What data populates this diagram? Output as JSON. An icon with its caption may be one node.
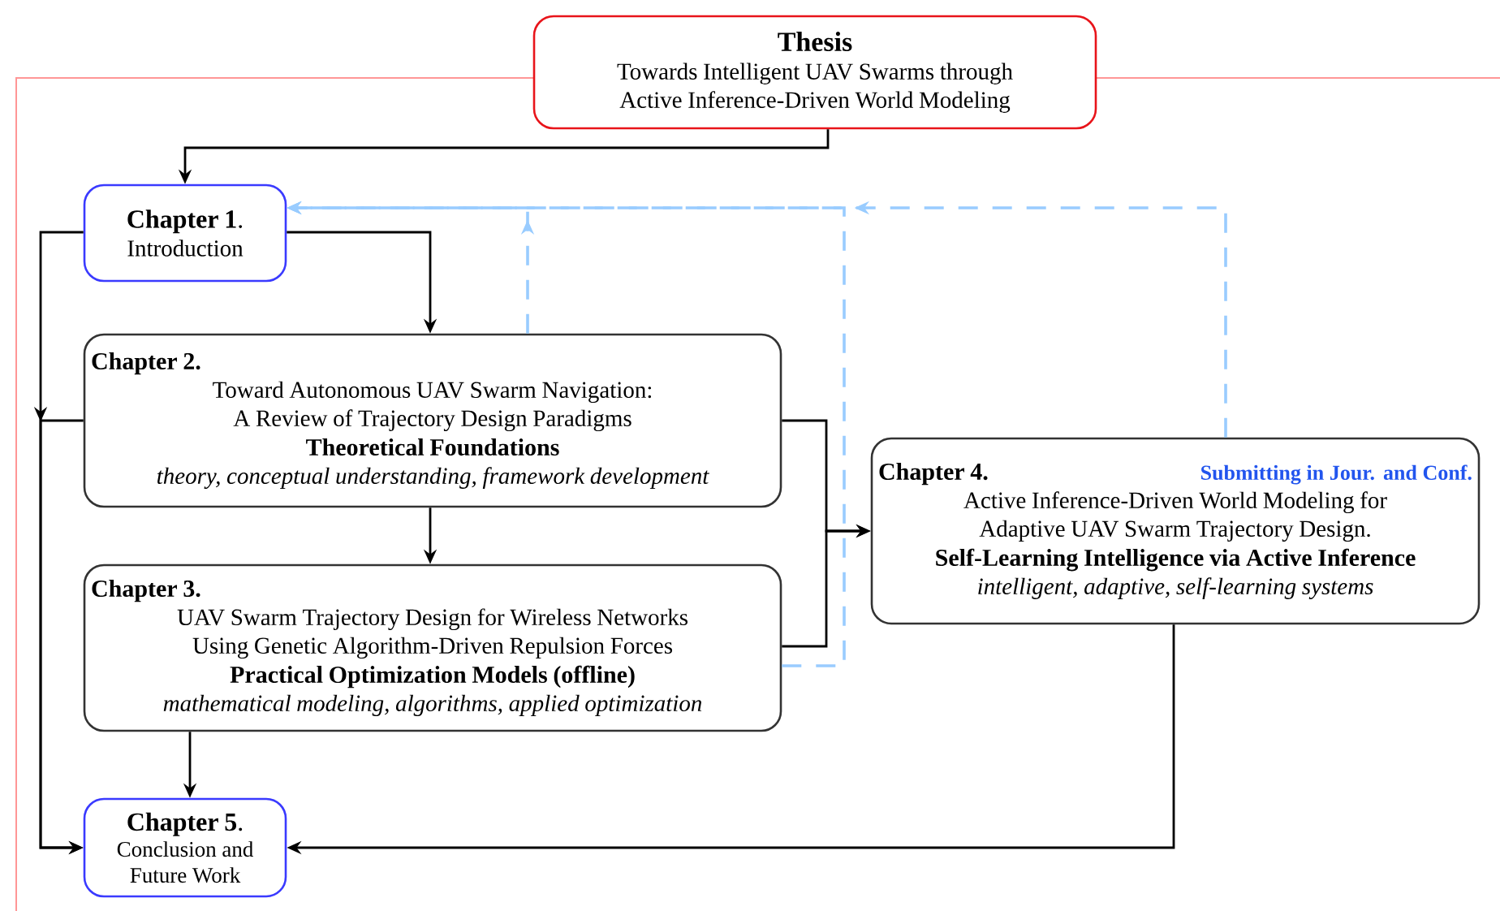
{
  "diagram": {
    "nodes": [
      {
        "text": [
          "Thesis",
          "Towards Intelligent UAV Swarms through Active Inference-Driven World Modeling"
        ]
      },
      {
        "text": [
          "**Chapter 1**.",
          "Introduction"
        ]
      },
      {
        "text": [
          "Chapter 2.",
          "Toward Autonomous UAV Swarm Navigation: A Review of Trajectory Design Paradigms",
          "Theoretical Foundations",
          "theory, conceptual understanding, framework development"
        ]
      },
      {
        "text": [
          "Chapter 3.",
          "UAV Swarm Trajectory Design for Wireless Networks Using Genetic Algorithm-Driven Repulsion Forces",
          "Practical Optimization Models (offline)",
          "mathematical modeling, algorithms, applied optimization"
        ]
      },
      {
        "text": [
          "Chapter 4.",
          "Submitting in Jour. and Conf.",
          "Active Inference-Driven World Modeling for Adaptive UAV Swarm Trajectory Design.",
          "Self-Learning Intelligence via Active Inference",
          "intelligent, adaptive, self-learning systems"
        ]
      },
      {
        "text": [
          "**Chapter 5**.",
          "Conclusion and Future Work"
        ]
      }
    ],
    "edges": [
      {
        "from": 0,
        "to": 1,
        "arrow": "to"
      },
      {
        "from": 1,
        "to": 2,
        "arrow": "to"
      },
      {
        "from": 1,
        "to": 5,
        "arrow": "to"
      },
      {
        "from": 2,
        "to": 5,
        "arrow": "to"
      },
      {
        "from": 2,
        "to": 3,
        "arrow": "to"
      },
      {
        "from": 2,
        "to": 4,
        "arrow": "to"
      },
      {
        "from": 3,
        "to": 4,
        "arrow": "to"
      },
      {
        "from": 3,
        "to": 5,
        "arrow": "to"
      },
      {
        "from": 4,
        "to": 5,
        "arrow": "to"
      },
      {
        "from": 2,
        "to": 1,
        "arrow": "to",
        "style": "dashed",
        "color": "#99ccff"
      },
      {
        "from": 3,
        "to": 1,
        "arrow": "to",
        "style": "dashed",
        "color": "#99ccff"
      },
      {
        "from": 4,
        "to": 1,
        "arrow": "to",
        "style": "dashed",
        "color": "#99ccff"
      }
    ]
  }
}
